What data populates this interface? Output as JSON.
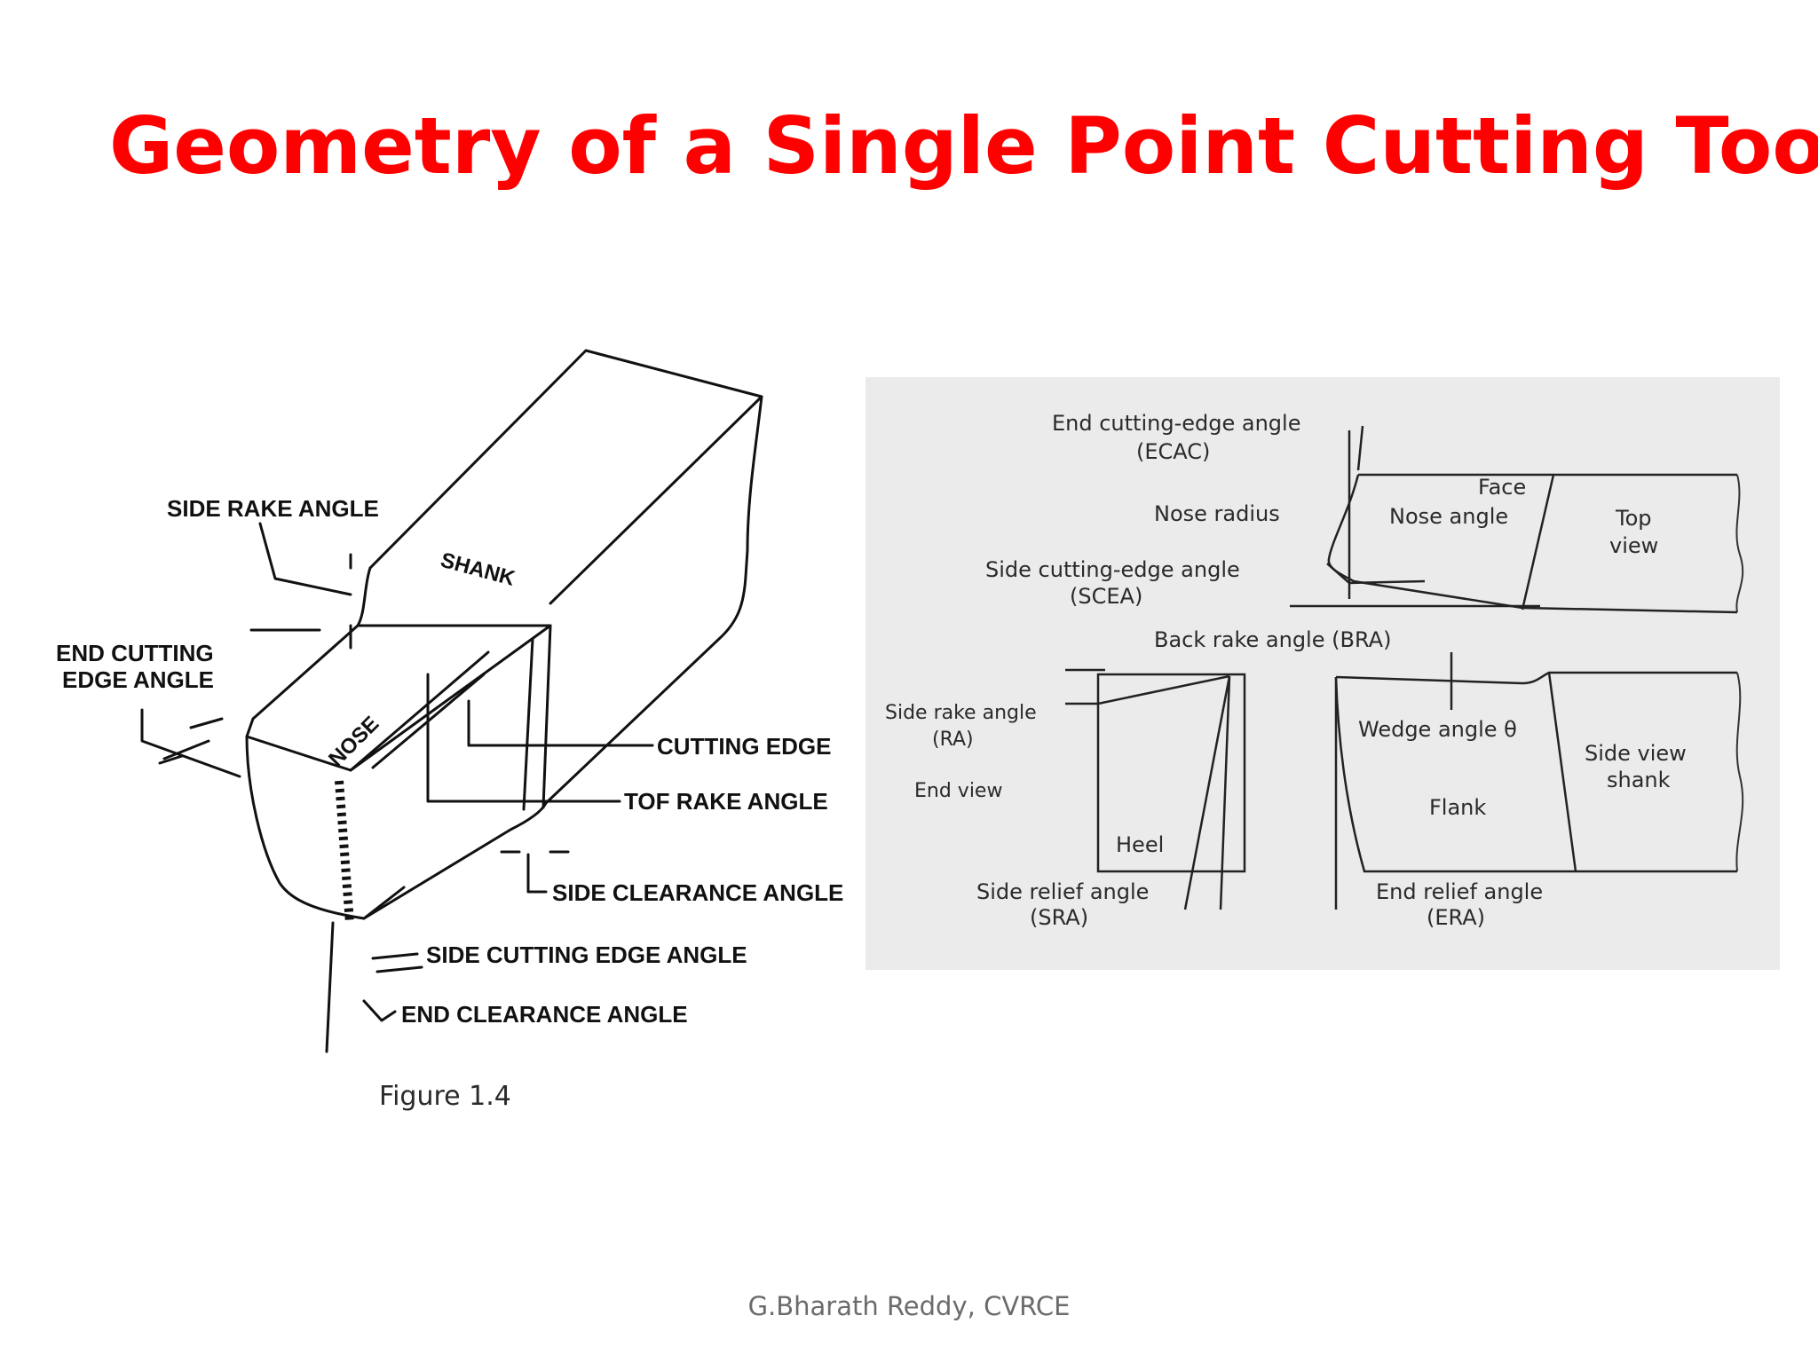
{
  "slide": {
    "title": "Geometry of a Single Point Cutting Tool:",
    "footer": "G.Bharath Reddy, CVRCE"
  },
  "figure_left": {
    "caption": "Figure 1.4",
    "labels": {
      "side_rake_angle": "SIDE RAKE ANGLE",
      "shank": "SHANK",
      "end_cutting_edge_angle_1": "END CUTTING",
      "end_cutting_edge_angle_2": "EDGE ANGLE",
      "nose": "NOSE",
      "cutting_edge": "CUTTING EDGE",
      "top_rake_angle": "TOF RAKE ANGLE",
      "side_clearance_angle": "SIDE CLEARANCE ANGLE",
      "side_cutting_edge_angle": "SIDE CUTTING EDGE ANGLE",
      "end_clearance_angle": "END CLEARANCE ANGLE"
    }
  },
  "figure_right": {
    "labels": {
      "ecac_1": "End cutting-edge angle",
      "ecac_2": "(ECAC)",
      "nose_radius": "Nose radius",
      "face": "Face",
      "nose_angle": "Nose angle",
      "top_view_1": "Top",
      "top_view_2": "view",
      "scea_1": "Side cutting-edge angle",
      "scea_2": "(SCEA)",
      "bra": "Back rake angle (BRA)",
      "ra_1": "Side rake angle",
      "ra_2": "(RA)",
      "end_view": "End view",
      "heel": "Heel",
      "wedge_angle": "Wedge angle θ",
      "side_view_1": "Side view",
      "side_view_2": "shank",
      "flank": "Flank",
      "sra_1": "Side relief angle",
      "sra_2": "(SRA)",
      "era_1": "End relief angle",
      "era_2": "(ERA)"
    }
  }
}
